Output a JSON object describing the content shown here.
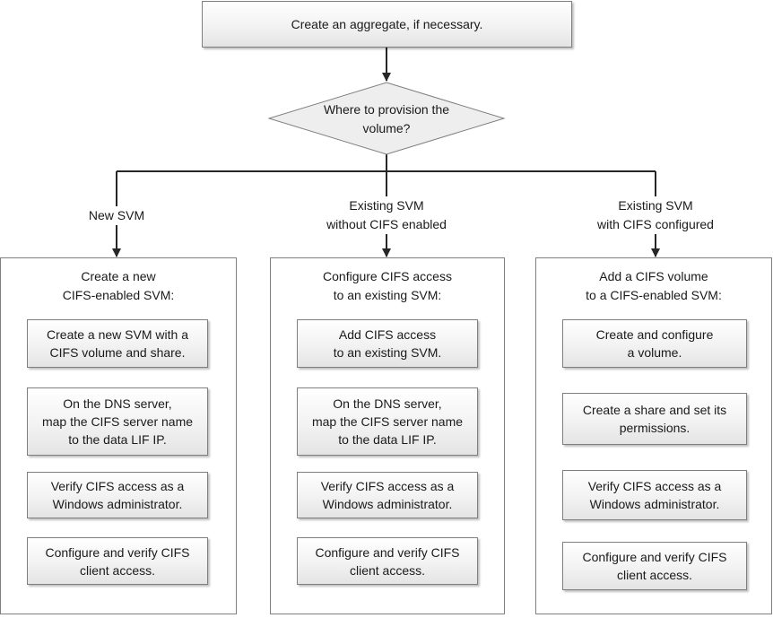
{
  "top_step": "Create an aggregate, if necessary.",
  "decision": "Where to provision the\nvolume?",
  "branches": [
    {
      "label": "New SVM",
      "title": "Create a new\nCIFS-enabled SVM:",
      "steps": [
        "Create a new SVM with a\nCIFS volume and share.",
        "On the DNS server,\nmap the CIFS server name\nto the data LIF IP.",
        "Verify CIFS access as a\nWindows administrator.",
        "Configure and verify CIFS\nclient access."
      ]
    },
    {
      "label": "Existing SVM\nwithout CIFS enabled",
      "title": "Configure CIFS access\nto an existing SVM:",
      "steps": [
        "Add CIFS access\nto an existing SVM.",
        "On the DNS server,\nmap the CIFS server name\nto the data LIF IP.",
        "Verify CIFS access as a\nWindows administrator.",
        "Configure and verify CIFS\nclient access."
      ]
    },
    {
      "label": "Existing SVM\nwith CIFS configured",
      "title": "Add a CIFS volume\nto a CIFS-enabled SVM:",
      "steps": [
        "Create and configure\na volume.",
        "Create a share and set its\npermissions.",
        "Verify CIFS access as a\nWindows administrator.",
        "Configure and verify CIFS\nclient access."
      ]
    }
  ]
}
